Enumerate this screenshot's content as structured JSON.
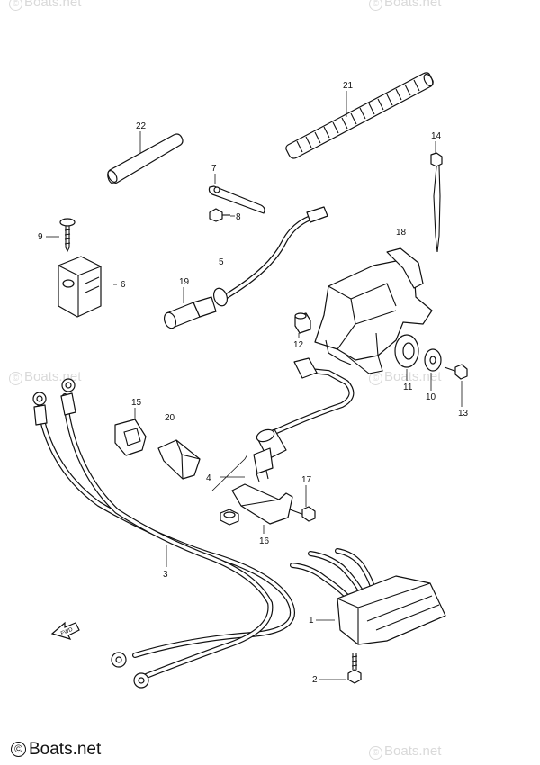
{
  "watermarks": {
    "symbol": "©",
    "text": "Boats.net"
  },
  "footer": {
    "symbol": "©",
    "text": "Boats.net"
  },
  "fwd_label": "FWD",
  "callouts": [
    {
      "id": "21",
      "label": "21"
    },
    {
      "id": "22",
      "label": "22"
    },
    {
      "id": "14",
      "label": "14"
    },
    {
      "id": "7",
      "label": "7"
    },
    {
      "id": "8",
      "label": "8"
    },
    {
      "id": "9",
      "label": "9"
    },
    {
      "id": "6",
      "label": "6"
    },
    {
      "id": "5",
      "label": "5"
    },
    {
      "id": "19",
      "label": "19"
    },
    {
      "id": "18",
      "label": "18"
    },
    {
      "id": "12",
      "label": "12"
    },
    {
      "id": "11",
      "label": "11"
    },
    {
      "id": "10",
      "label": "10"
    },
    {
      "id": "13",
      "label": "13"
    },
    {
      "id": "4",
      "label": "4"
    },
    {
      "id": "15",
      "label": "15"
    },
    {
      "id": "20",
      "label": "20"
    },
    {
      "id": "17",
      "label": "17"
    },
    {
      "id": "16",
      "label": "16"
    },
    {
      "id": "3",
      "label": "3"
    },
    {
      "id": "1",
      "label": "1"
    },
    {
      "id": "2",
      "label": "2"
    }
  ]
}
